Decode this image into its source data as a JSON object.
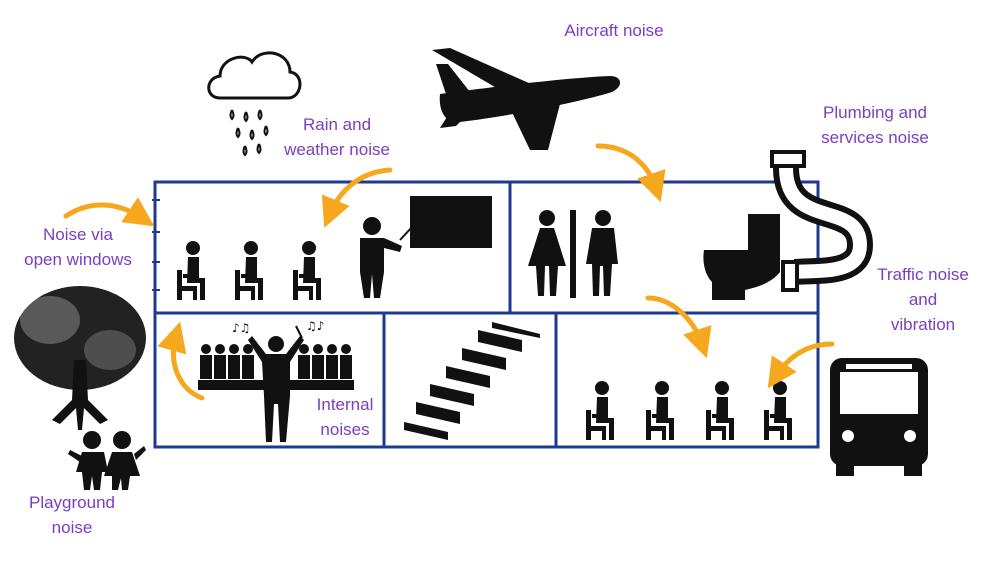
{
  "colors": {
    "label": "#7a3fc0",
    "arrow": "#f5a81e",
    "building_outline": "#1d3a8f",
    "icon": "#111111"
  },
  "labels": {
    "aircraft": [
      "Aircraft noise"
    ],
    "rain": [
      "Rain and",
      "weather noise"
    ],
    "plumbing": [
      "Plumbing and",
      "services noise"
    ],
    "windows": [
      "Noise via",
      "open windows"
    ],
    "traffic": [
      "Traffic noise",
      "and",
      "vibration"
    ],
    "internal": [
      "Internal",
      "noises"
    ],
    "playground": [
      "Playground",
      "noise"
    ]
  },
  "icons": {
    "airplane": "airplane-icon",
    "rain_cloud": "rain-cloud-icon",
    "toilet_pipe": "toilet-pipe-icon",
    "restroom": "restroom-icon",
    "tree": "tree-icon",
    "children": "children-icon",
    "bus": "bus-icon",
    "choir": "choir-conductor-icon",
    "stairs": "stairs-icon",
    "teacher": "teacher-board-icon",
    "seated_person": "seated-person-icon"
  }
}
